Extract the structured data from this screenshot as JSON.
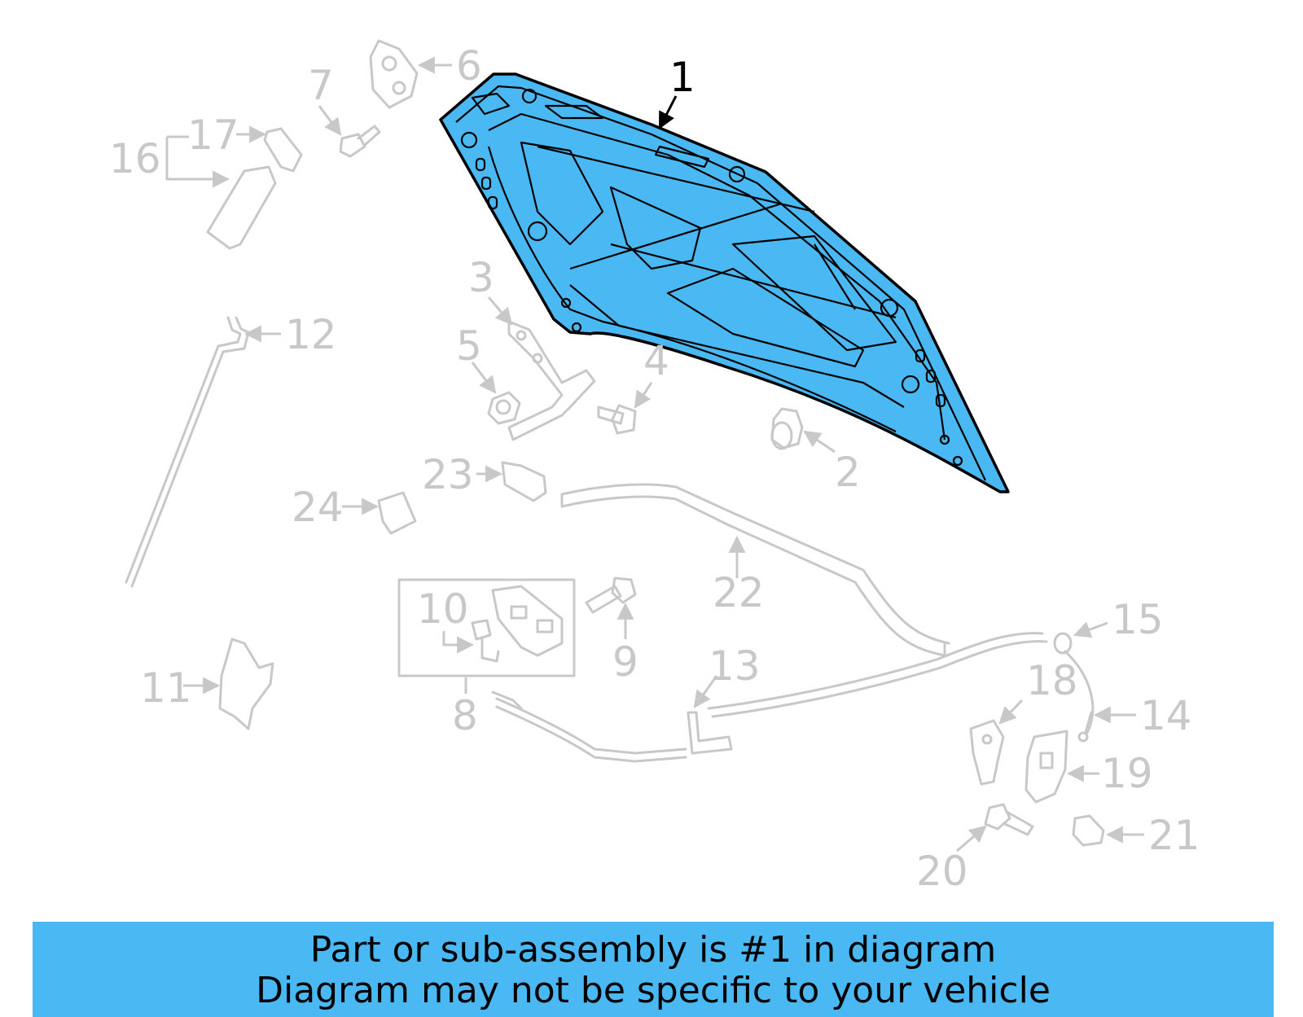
{
  "diagram": {
    "callouts": [
      {
        "id": "1",
        "label": "1",
        "highlight": true
      },
      {
        "id": "2",
        "label": "2"
      },
      {
        "id": "3",
        "label": "3"
      },
      {
        "id": "4",
        "label": "4"
      },
      {
        "id": "5",
        "label": "5"
      },
      {
        "id": "6",
        "label": "6"
      },
      {
        "id": "7",
        "label": "7"
      },
      {
        "id": "8",
        "label": "8"
      },
      {
        "id": "9",
        "label": "9"
      },
      {
        "id": "10",
        "label": "10"
      },
      {
        "id": "11",
        "label": "11"
      },
      {
        "id": "12",
        "label": "12"
      },
      {
        "id": "13",
        "label": "13"
      },
      {
        "id": "14",
        "label": "14"
      },
      {
        "id": "15",
        "label": "15"
      },
      {
        "id": "16",
        "label": "16"
      },
      {
        "id": "17",
        "label": "17"
      },
      {
        "id": "18",
        "label": "18"
      },
      {
        "id": "19",
        "label": "19"
      },
      {
        "id": "20",
        "label": "20"
      },
      {
        "id": "21",
        "label": "21"
      },
      {
        "id": "22",
        "label": "22"
      },
      {
        "id": "23",
        "label": "23"
      },
      {
        "id": "24",
        "label": "24"
      }
    ],
    "colors": {
      "highlight_fill": "#4ab8f2",
      "ghost_stroke": "#c8c8c8",
      "outline": "#000000"
    }
  },
  "footer": {
    "line1": "Part or sub-assembly is #1 in diagram",
    "line2": "Diagram may not be specific to your vehicle"
  }
}
